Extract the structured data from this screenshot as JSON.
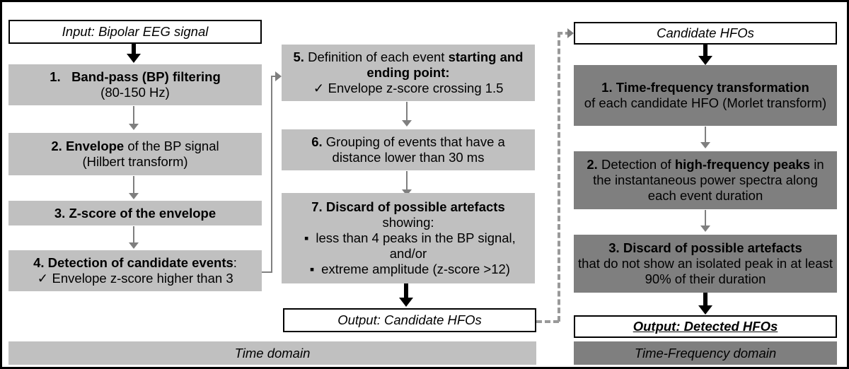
{
  "figure": {
    "title": "HFO detection pipeline flowchart",
    "colors": {
      "light_gray": "#c0c0c0",
      "dark_gray": "#7f7f7f",
      "white": "#ffffff",
      "arrow_gray": "#7f7f7f",
      "arrow_black": "#000000",
      "dashed_gray": "#999999"
    }
  },
  "time_domain": {
    "input_box": {
      "label_prefix": "Input:",
      "label_rest": " Bipolar EEG signal"
    },
    "steps": [
      {
        "number": "1.",
        "bold_head": "Band-pass (BP) filtering",
        "line2": "(80-150 Hz)"
      },
      {
        "number": "2.",
        "bold_head": "Envelope",
        "head_rest": " of the BP signal",
        "line2": "(Hilbert transform)"
      },
      {
        "number": "3.",
        "bold_head": "Z-score of the envelope"
      },
      {
        "number": "4.",
        "bold_head": "Detection of candidate events",
        "head_rest": ":",
        "bullet_mark": "✓",
        "bullet_text": "Envelope z-score higher than 3"
      },
      {
        "number": "5.",
        "head_plain": " Definition of each event ",
        "head_bold": "starting and ending point:",
        "bullet_mark": "✓",
        "bullet_text": "Envelope z-score crossing 1.5"
      },
      {
        "number": "6.",
        "head_plain": " Grouping of events that have a distance lower than 30 ms"
      },
      {
        "number": "7.",
        "head_bold": "Discard of possible artefacts",
        "line2": "showing:",
        "bullets": [
          {
            "mark": "▪",
            "text": "less than 4 peaks in the BP signal, and/or"
          },
          {
            "mark": "▪",
            "text": "extreme amplitude (z-score >12)"
          }
        ]
      }
    ],
    "output_box": {
      "label_prefix": "Output:",
      "label_rest": " Candidate HFOs"
    },
    "domain_bar": "Time domain"
  },
  "time_frequency_domain": {
    "input_box": {
      "label": "Candidate HFOs"
    },
    "steps": [
      {
        "number": "1.",
        "head_bold": "Time-frequency transformation",
        "line2": "of each candidate HFO (Morlet transform)"
      },
      {
        "number": "2.",
        "head_plain": " Detection of ",
        "head_bold": "high-frequency peaks",
        "head_rest": " in the instantaneous power spectra along each event duration"
      },
      {
        "number": "3.",
        "head_bold": "Discard of possible artefacts",
        "line2": "that do not show an isolated peak in at least 90% of their duration"
      }
    ],
    "output_box": {
      "label": "Output: Detected HFOs"
    },
    "domain_bar": "Time-Frequency domain"
  }
}
